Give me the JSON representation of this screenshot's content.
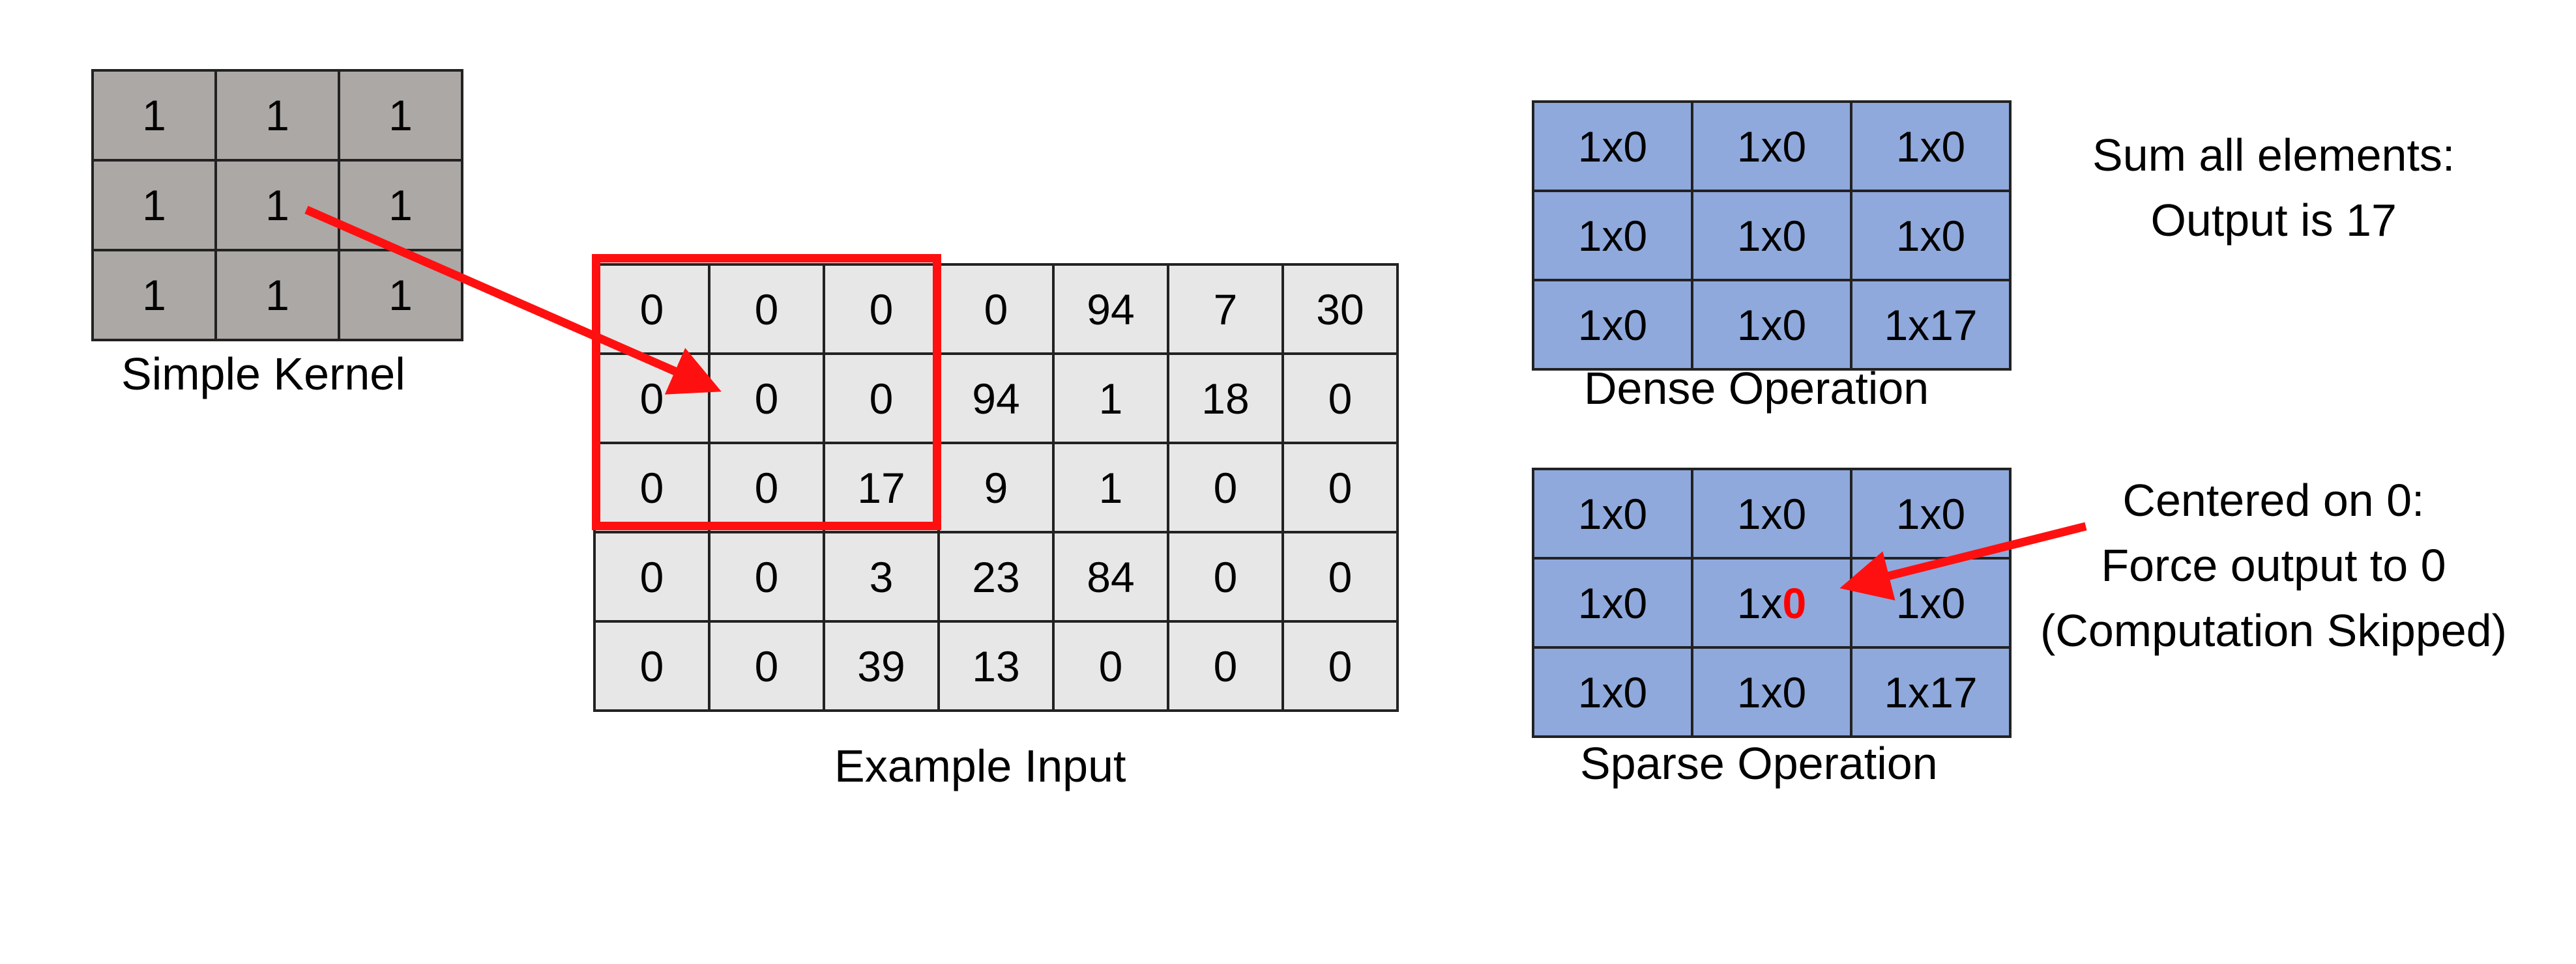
{
  "kernel": {
    "caption": "Simple Kernel",
    "rows": [
      [
        "1",
        "1",
        "1"
      ],
      [
        "1",
        "1",
        "1"
      ],
      [
        "1",
        "1",
        "1"
      ]
    ]
  },
  "input": {
    "caption": "Example Input",
    "rows": [
      [
        "0",
        "0",
        "0",
        "0",
        "94",
        "7",
        "30"
      ],
      [
        "0",
        "0",
        "0",
        "94",
        "1",
        "18",
        "0"
      ],
      [
        "0",
        "0",
        "17",
        "9",
        "1",
        "0",
        "0"
      ],
      [
        "0",
        "0",
        "3",
        "23",
        "84",
        "0",
        "0"
      ],
      [
        "0",
        "0",
        "39",
        "13",
        "0",
        "0",
        "0"
      ]
    ]
  },
  "dense": {
    "caption": "Dense Operation",
    "rows": [
      [
        "1x0",
        "1x0",
        "1x0"
      ],
      [
        "1x0",
        "1x0",
        "1x0"
      ],
      [
        "1x0",
        "1x0",
        "1x17"
      ]
    ],
    "note_line1": "Sum all elements:",
    "note_line2": "Output is 17"
  },
  "sparse": {
    "caption": "Sparse Operation",
    "rows": [
      [
        "1x0",
        "1x0",
        "1x0"
      ],
      [
        "1x0",
        "1x",
        "1x0"
      ],
      [
        "1x0",
        "1x0",
        "1x17"
      ]
    ],
    "center_highlight": "0",
    "note_line1": "Centered on 0:",
    "note_line2": "Force output to 0",
    "note_line3": "(Computation Skipped)"
  },
  "colors": {
    "arrow": "#ff1010",
    "kernel_fill": "#aca8a5",
    "input_fill": "#e7e7e7",
    "op_fill": "#8fa9dc"
  }
}
